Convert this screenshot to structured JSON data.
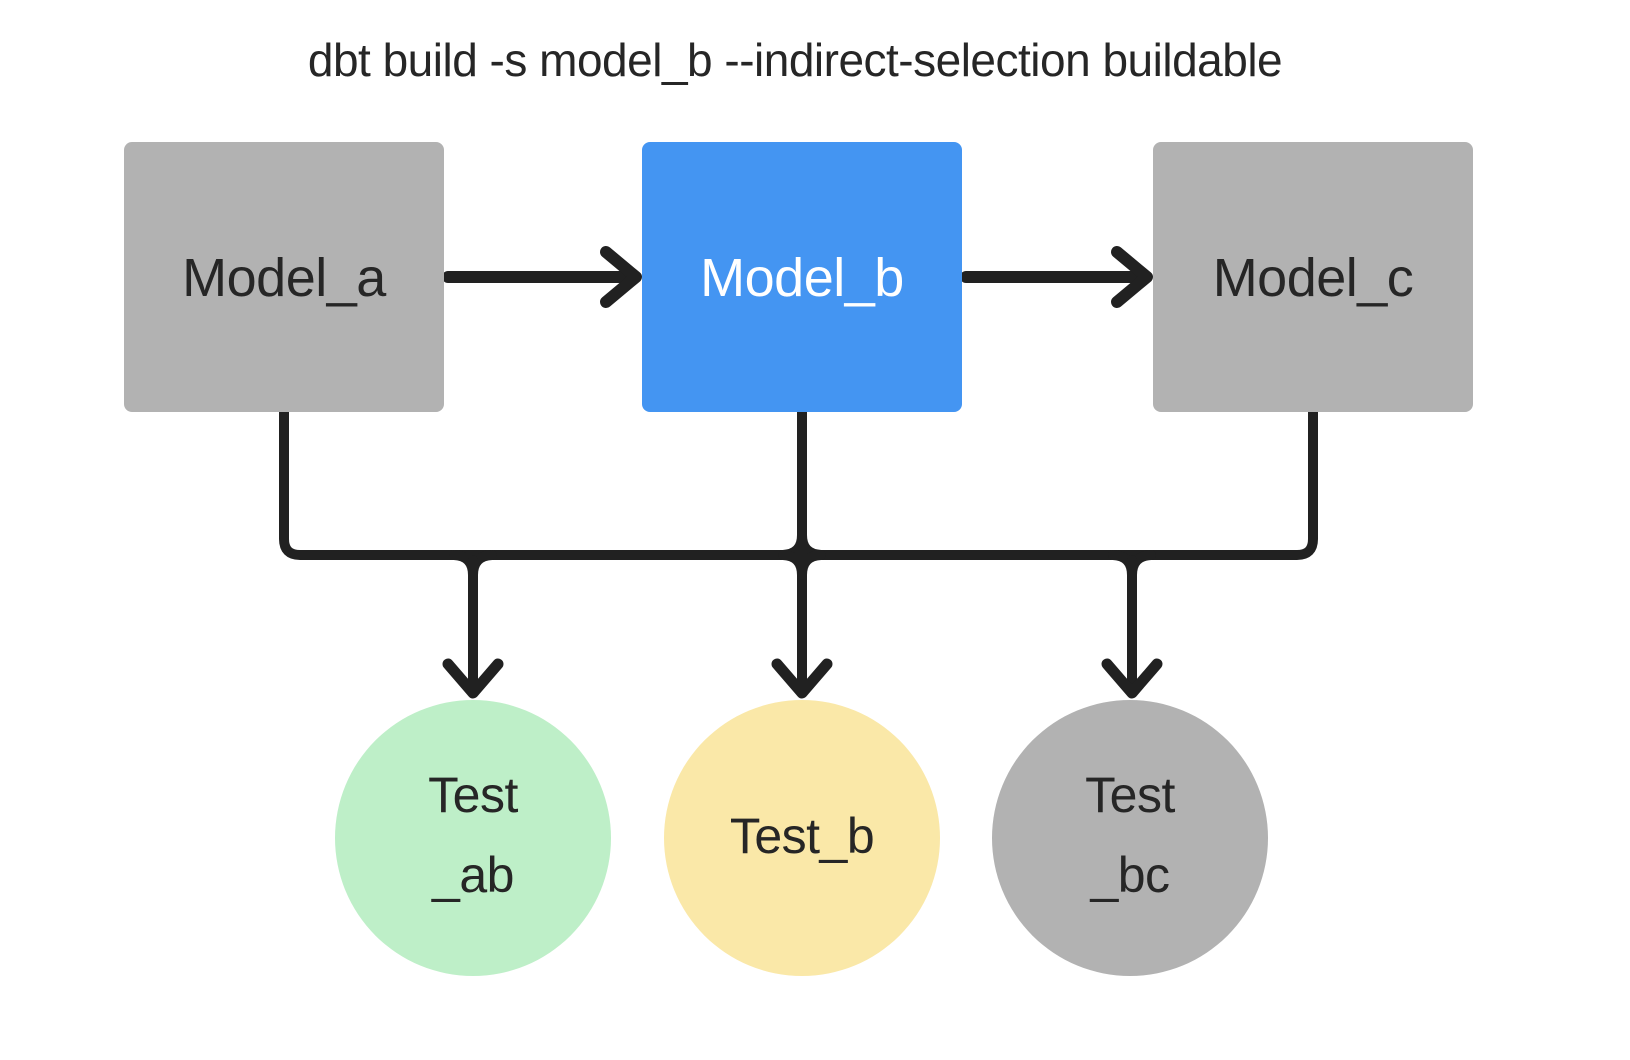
{
  "title": {
    "text": "dbt build -s model_b --indirect-selection buildable"
  },
  "colors": {
    "background": "#ffffff",
    "model_gray": "#b2b2b2",
    "model_selected_blue": "#4495f2",
    "test_green": "#beefc8",
    "test_yellow": "#fae8a8",
    "test_gray": "#b2b2b2",
    "text_dark": "#262626",
    "text_light": "#ffffff",
    "edge": "#212121"
  },
  "models": [
    {
      "id": "model_a",
      "label": "Model_a"
    },
    {
      "id": "model_b",
      "label": "Model_b"
    },
    {
      "id": "model_c",
      "label": "Model_c"
    }
  ],
  "tests": [
    {
      "id": "test_ab",
      "lines": [
        "Test",
        "_ab"
      ]
    },
    {
      "id": "test_b",
      "lines": [
        "Test_b"
      ]
    },
    {
      "id": "test_bc",
      "lines": [
        "Test",
        "_bc"
      ]
    }
  ],
  "edges": [
    {
      "from": "Model_a",
      "to": "Model_b"
    },
    {
      "from": "Model_b",
      "to": "Model_c"
    },
    {
      "from": "Model_a",
      "to": "Test_ab"
    },
    {
      "from": "Model_b",
      "to": "Test_ab"
    },
    {
      "from": "Model_b",
      "to": "Test_b"
    },
    {
      "from": "Model_b",
      "to": "Test_bc"
    },
    {
      "from": "Model_c",
      "to": "Test_bc"
    }
  ]
}
